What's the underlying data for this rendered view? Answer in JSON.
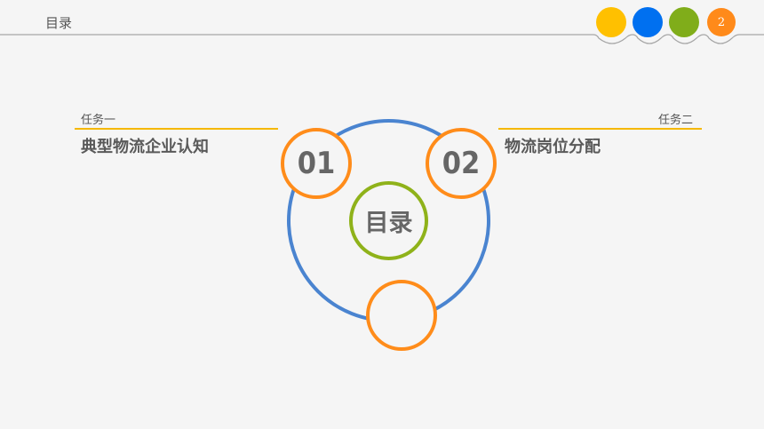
{
  "header": {
    "title": "目录"
  },
  "page": {
    "number": "2"
  },
  "dots": [
    {
      "name": "yellow-dot",
      "color": "#ffc000"
    },
    {
      "name": "blue-dot",
      "color": "#0070f0"
    },
    {
      "name": "green-dot",
      "color": "#80ad1a"
    },
    {
      "name": "orange-dot",
      "color": "#ff8a1a"
    }
  ],
  "colors": {
    "accent_yellow": "#f5b800",
    "ring_orange": "#ff8c1a",
    "ring_blue": "#4a84d0",
    "ring_green": "#8fb21a"
  },
  "tasks": [
    {
      "label": "任务一",
      "title": "典型物流企业认知",
      "number": "01"
    },
    {
      "label": "任务二",
      "title": "物流岗位分配",
      "number": "02"
    }
  ],
  "center": {
    "label": "目录"
  }
}
